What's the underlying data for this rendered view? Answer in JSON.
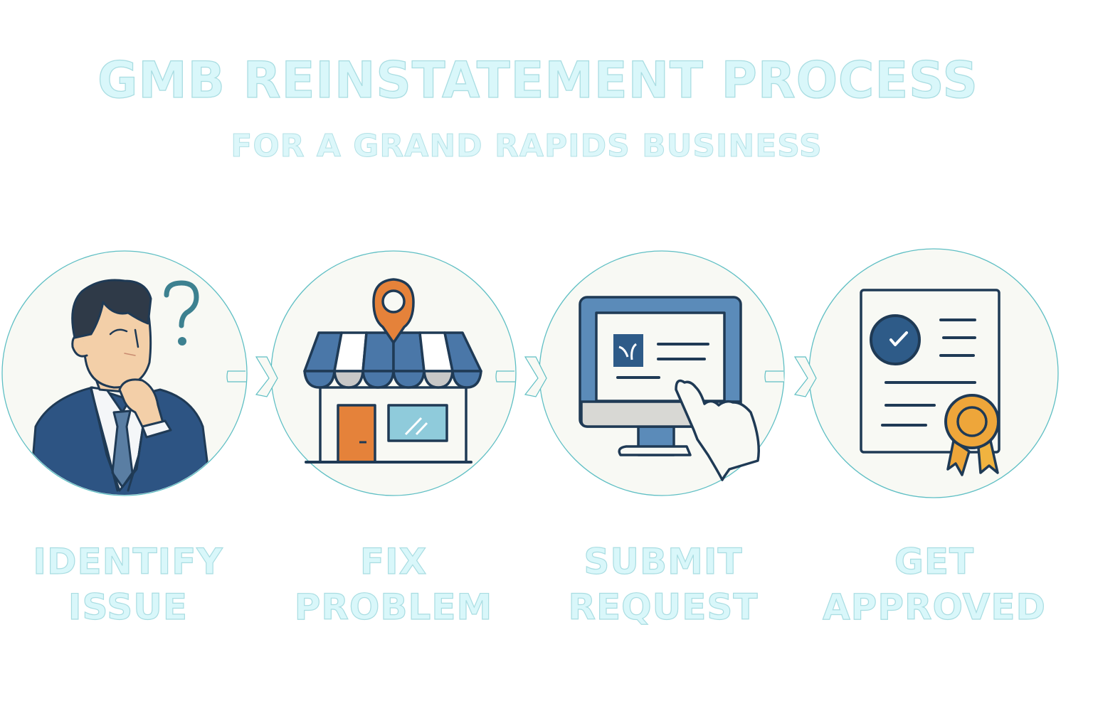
{
  "title": "GMB REINSTATEMENT PROCESS",
  "subtitle": "FOR A GRAND RAPIDS BUSINESS",
  "colors": {
    "title_fill": "#d9f7fa",
    "title_stroke": "#a9dde2",
    "circle_fill": "#f8f9f4",
    "circle_stroke": "#5fbfc4",
    "outline": "#1f3a55",
    "navy": "#2d5483",
    "steel_blue": "#4a77a8",
    "frame_blue": "#5b8bb9",
    "orange": "#e5823a",
    "gold": "#eea63a",
    "skin": "#f3cfa8",
    "hair": "#2f3a48",
    "teal": "#3d8190",
    "window_blue": "#8fcbdb",
    "grey": "#c7c7c7"
  },
  "steps": [
    {
      "line1": "IDENTIFY",
      "line2": "ISSUE",
      "icon": "confused-businessman-icon"
    },
    {
      "line1": "FIX",
      "line2": "PROBLEM",
      "icon": "storefront-location-pin-icon"
    },
    {
      "line1": "SUBMIT",
      "line2": "REQUEST",
      "icon": "monitor-hand-click-icon"
    },
    {
      "line1": "GET",
      "line2": "APPROVED",
      "icon": "certificate-award-icon"
    }
  ]
}
